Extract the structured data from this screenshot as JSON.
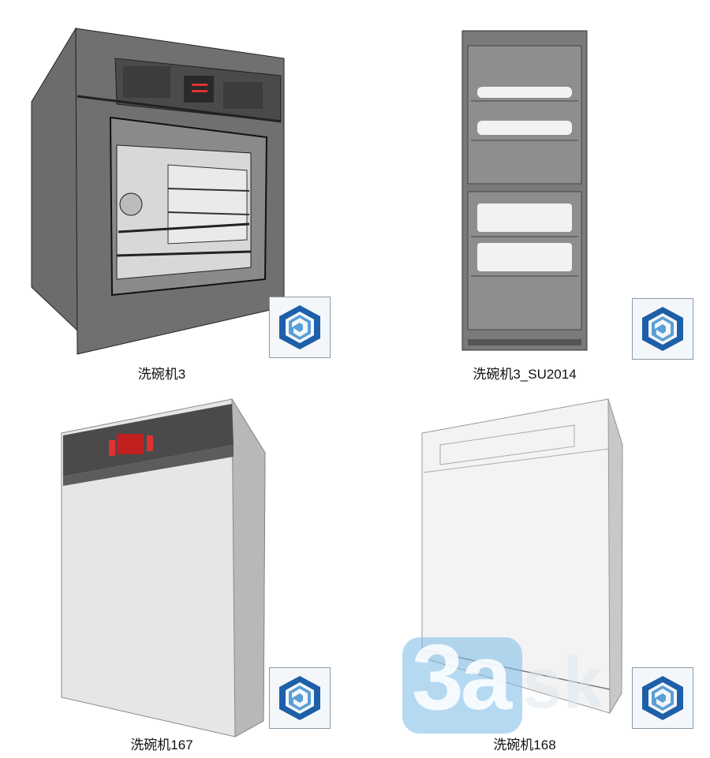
{
  "items": [
    {
      "name": "洗碗机3",
      "type": "oven",
      "badge_icon": "sketchup-icon"
    },
    {
      "name": "洗碗机3_SU2014",
      "type": "disinfection-cabinet",
      "badge_icon": "sketchup-icon"
    },
    {
      "name": "洗碗机167",
      "type": "dishwasher-dark-panel",
      "badge_icon": "sketchup-icon"
    },
    {
      "name": "洗碗机168",
      "type": "dishwasher-white",
      "badge_icon": "sketchup-icon"
    }
  ],
  "watermark": {
    "text": "3a",
    "text_tail": "sk"
  },
  "colors": {
    "sketchup_blue": "#1d5fa8",
    "sketchup_light": "#5a9fd6",
    "watermark": "#78b9e6"
  }
}
